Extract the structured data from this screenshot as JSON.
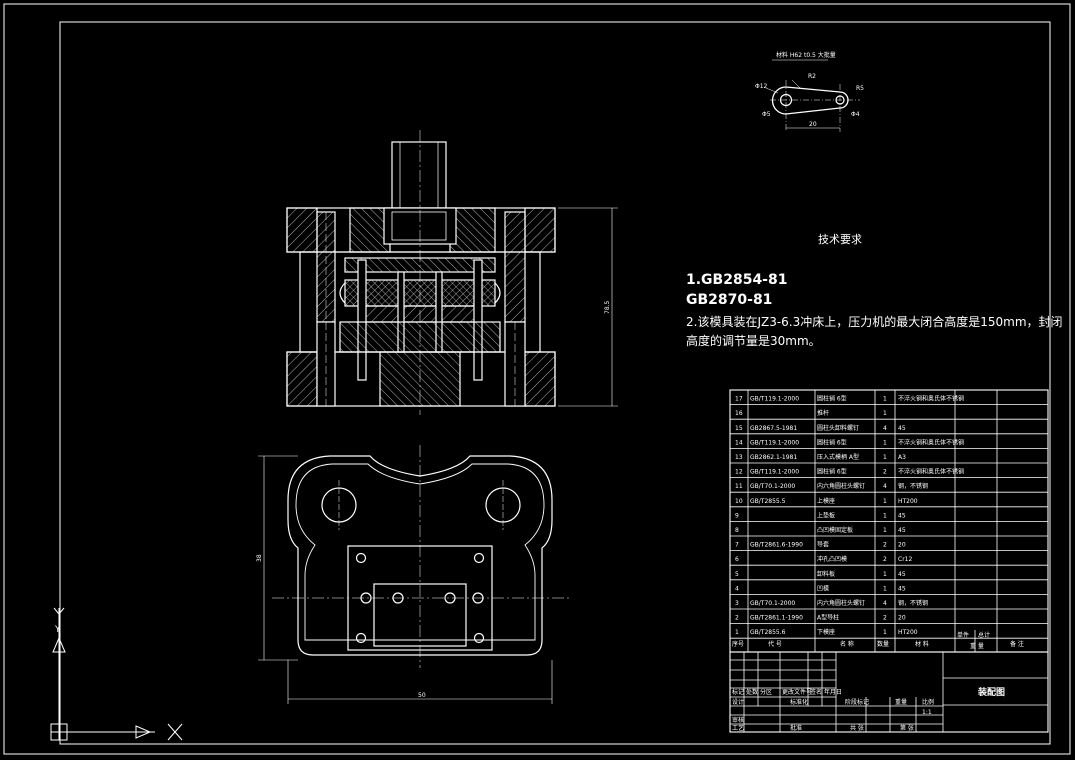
{
  "detail_title": "材料 H62 t0.5 大批量",
  "detail_dims": {
    "d1": "Φ12",
    "r1": "R2",
    "r2": "R5",
    "d2": "Φ5",
    "d3": "Φ4",
    "len": "20"
  },
  "section_dim": "78.5",
  "plan_dims": {
    "width": "50",
    "height": "38"
  },
  "requirements": {
    "title": "技术要求",
    "line1": "1.GB2854-81",
    "line2": "GB2870-81",
    "line3": "2.该模具装在JZ3-6.3冲床上，压力机的最大闭合高度是150mm，封闭",
    "line4": "高度的调节量是30mm。"
  },
  "bom": {
    "rows": [
      {
        "no": "17",
        "code": "GB/T119.1-2000",
        "name": "圆柱销 6型",
        "qty": "1",
        "mat": "不淬火钢和奥氏体不锈钢"
      },
      {
        "no": "16",
        "code": "",
        "name": "推杆",
        "qty": "1",
        "mat": ""
      },
      {
        "no": "15",
        "code": "GB2867.5-1981",
        "name": "圆柱头卸料螺钉",
        "qty": "4",
        "mat": "45"
      },
      {
        "no": "14",
        "code": "GB/T119.1-2000",
        "name": "圆柱销 6型",
        "qty": "1",
        "mat": "不淬火钢和奥氏体不锈钢"
      },
      {
        "no": "13",
        "code": "GB2862.1-1981",
        "name": "压入式模柄 A型",
        "qty": "1",
        "mat": "A3"
      },
      {
        "no": "12",
        "code": "GB/T119.1-2000",
        "name": "圆柱销 6型",
        "qty": "2",
        "mat": "不淬火钢和奥氏体不锈钢"
      },
      {
        "no": "11",
        "code": "GB/T70.1-2000",
        "name": "内六角圆柱头螺钉",
        "qty": "4",
        "mat": "钢，不锈钢"
      },
      {
        "no": "10",
        "code": "GB/T2855.5",
        "name": "上模座",
        "qty": "1",
        "mat": "HT200"
      },
      {
        "no": "9",
        "code": "",
        "name": "上垫板",
        "qty": "1",
        "mat": "45"
      },
      {
        "no": "8",
        "code": "",
        "name": "凸凹模固定板",
        "qty": "1",
        "mat": "45"
      },
      {
        "no": "7",
        "code": "GB/T2861.6-1990",
        "name": "导套",
        "qty": "2",
        "mat": "20"
      },
      {
        "no": "6",
        "code": "",
        "name": "冲孔凸凹模",
        "qty": "2",
        "mat": "Cr12"
      },
      {
        "no": "5",
        "code": "",
        "name": "卸料板",
        "qty": "1",
        "mat": "45"
      },
      {
        "no": "4",
        "code": "",
        "name": "凹模",
        "qty": "1",
        "mat": "45"
      },
      {
        "no": "3",
        "code": "GB/T70.1-2000",
        "name": "内六角圆柱头螺钉",
        "qty": "4",
        "mat": "钢，不锈钢"
      },
      {
        "no": "2",
        "code": "GB/T2861.1-1990",
        "name": "A型导柱",
        "qty": "2",
        "mat": "20"
      },
      {
        "no": "1",
        "code": "GB/T2855.6",
        "name": "下模座",
        "qty": "1",
        "mat": "HT200"
      }
    ],
    "header": {
      "no": "序号",
      "code": "代 号",
      "name": "名 称",
      "qty": "数量",
      "mat": "材 料",
      "unit": "单件",
      "total": "总计",
      "weight": "重 量",
      "note": "备 注"
    }
  },
  "title_block": {
    "drawing_name": "装配图",
    "cells": {
      "a": "标记",
      "b": "处数",
      "c": "分区",
      "d": "更改文件号",
      "e": "签名",
      "f": "年月日",
      "g": "设计",
      "h": "标准化",
      "i": "阶段标记",
      "j": "重量",
      "k": "比例",
      "l": "审核",
      "m": "工艺",
      "n": "批准",
      "o": "共 张",
      "p": "第 张",
      "q": "1:1"
    }
  }
}
